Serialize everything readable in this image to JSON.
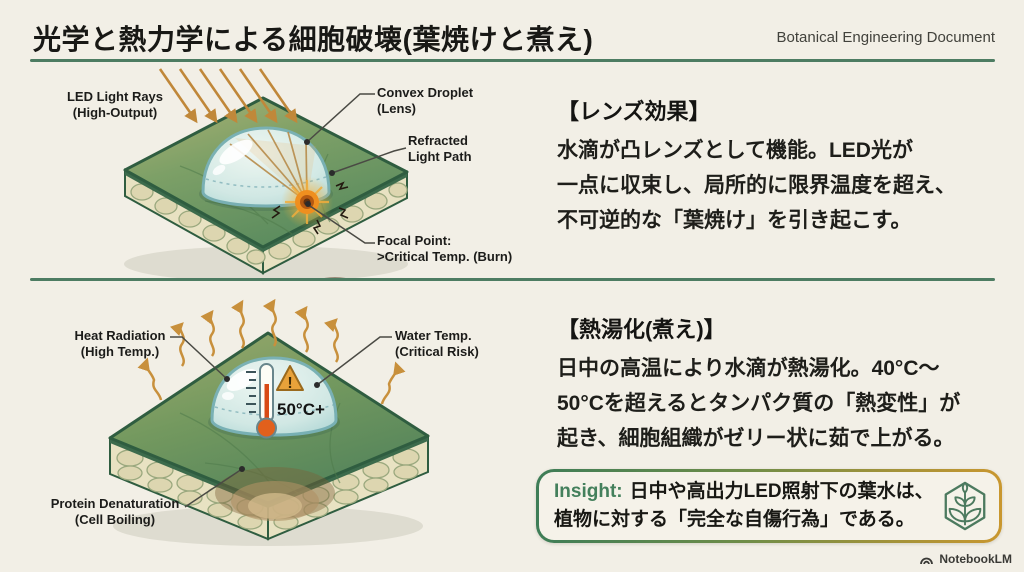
{
  "header": {
    "title": "光学と熱力学による細胞破壊(葉焼けと煮え)",
    "doc_type": "Botanical Engineering Document"
  },
  "section_lens": {
    "heading": "【レンズ効果】",
    "body_line1": "水滴が凸レンズとして機能。LED光が",
    "body_line2": "一点に収束し、局所的に限界温度を超え、",
    "body_line3": "不可逆的な「葉焼け」を引き起こす。",
    "diagram": {
      "labels": {
        "rays": {
          "line1": "LED Light Rays",
          "line2": "(High-Output)"
        },
        "droplet": {
          "line1": "Convex Droplet",
          "line2": "(Lens)"
        },
        "refracted": {
          "line1": "Refracted",
          "line2": "Light Path"
        },
        "focal": {
          "line1": "Focal Point:",
          "line2": ">Critical Temp. (Burn)"
        }
      }
    }
  },
  "section_boil": {
    "heading": "【熱湯化(煮え)】",
    "body_line1": "日中の高温により水滴が熱湯化。40°C〜",
    "body_line2": "50°Cを超えるとタンパク質の「熱変性」が",
    "body_line3": "起き、細胞組織がゼリー状に茹で上がる。",
    "diagram": {
      "labels": {
        "radiation": {
          "line1": "Heat Radiation",
          "line2": "(High Temp.)"
        },
        "water_temp": {
          "line1": "Water Temp.",
          "line2": "(Critical Risk)"
        },
        "denaturation": {
          "line1": "Protein Denaturation",
          "line2": "(Cell Boiling)"
        },
        "temp_value": "50°C+",
        "warning_mark": "!"
      }
    }
  },
  "insight": {
    "label": "Insight:",
    "line1": "日中や高出力LED照射下の葉水は、",
    "line2": "植物に対する「完全な自傷行為」である。"
  },
  "footer": {
    "brand": "NotebookLM"
  },
  "colors": {
    "background": "#f2efe6",
    "divider_green": "#4d7c62",
    "insight_green": "#3e7d57",
    "insight_orange": "#c9972f",
    "ray_orange": "#c0883a",
    "leaf_dark_green": "#2f5d40",
    "droplet_blue": "#c2e2e2",
    "burn_orange": "#e07818"
  }
}
